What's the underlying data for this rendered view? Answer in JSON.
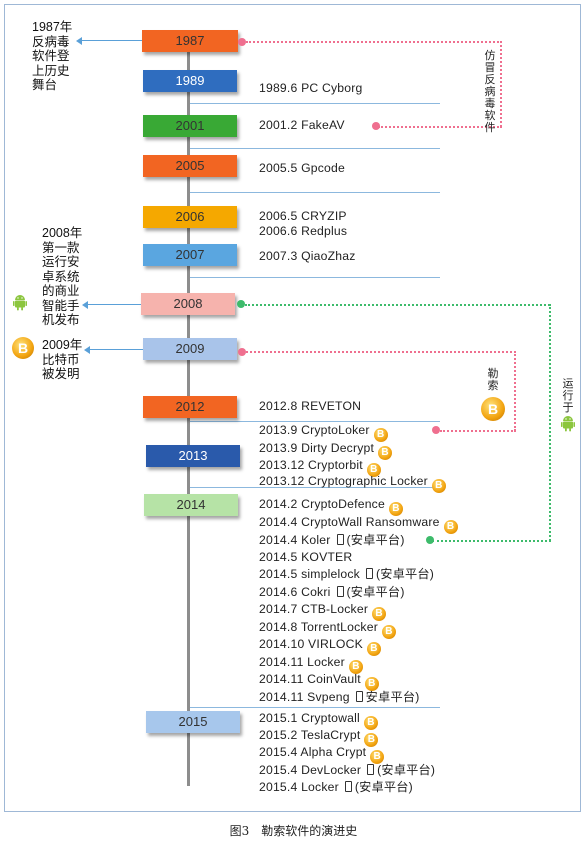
{
  "caption": "图3　勒索软件的演进史",
  "years": [
    {
      "label": "1987",
      "color": "#f26522"
    },
    {
      "label": "1989",
      "color": "#2f6dbf"
    },
    {
      "label": "2001",
      "color": "#39a935"
    },
    {
      "label": "2005",
      "color": "#f26522"
    },
    {
      "label": "2006",
      "color": "#f5a800"
    },
    {
      "label": "2007",
      "color": "#5aa6e0"
    },
    {
      "label": "2008",
      "color": "#f6b3ad"
    },
    {
      "label": "2009",
      "color": "#a9c4ea"
    },
    {
      "label": "2012",
      "color": "#f26522"
    },
    {
      "label": "2013",
      "color": "#2a5aab"
    },
    {
      "label": "2014",
      "color": "#b6e3a6"
    },
    {
      "label": "2015",
      "color": "#a7c7ec"
    }
  ],
  "events": [
    {
      "text": "1989.6 PC Cyborg"
    },
    {
      "text": "2001.2 FakeAV"
    },
    {
      "text": "2005.5 Gpcode"
    },
    {
      "text": "2006.5 CRYZIP"
    },
    {
      "text": "2006.6 Redplus"
    },
    {
      "text": "2007.3 QiaoZhaz"
    },
    {
      "text": "2012.8 REVETON"
    },
    {
      "text": "2013.9 CryptoLoker",
      "coin": true
    },
    {
      "text": "2013.9 Dirty Decrypt",
      "coin": true
    },
    {
      "text": "2013.12 Cryptorbit",
      "coin": true
    },
    {
      "text": "2013.12  Cryptographic Locker",
      "coin": true
    },
    {
      "text": "2014.2 CryptoDefence",
      "coin": true
    },
    {
      "text": "2014.4 CryptoWall Ransomware",
      "coin": true
    },
    {
      "text": "2014.4 Koler",
      "android_tag": "(安卓平台)"
    },
    {
      "text": "2014.5 KOVTER"
    },
    {
      "text": "2014.5 simplelock",
      "android_tag": "(安卓平台)"
    },
    {
      "text": "2014.6 Cokri",
      "android_tag": "(安卓平台)"
    },
    {
      "text": "2014.7 CTB-Locker",
      "coin": true
    },
    {
      "text": "2014.8 TorrentLocker",
      "coin": true
    },
    {
      "text": "2014.10 VIRLOCK",
      "coin": true
    },
    {
      "text": "2014.11 Locker",
      "coin": true
    },
    {
      "text": "2014.11 CoinVault",
      "coin": true
    },
    {
      "text": "2014.11 Svpeng",
      "android_tag": "安卓平台)"
    },
    {
      "text": "2015.1 Cryptowall",
      "coin": true
    },
    {
      "text": "2015.2 TeslaCrypt",
      "coin": true
    },
    {
      "text": "2015.4 Alpha Crypt",
      "coin": true
    },
    {
      "text": "2015.4 DevLocker",
      "android_tag": "(安卓平台)"
    },
    {
      "text": "2015.4 Locker",
      "android_tag": "(安卓平台)"
    }
  ],
  "notes": {
    "n1987": [
      "1987年",
      "反病毒",
      "软件登",
      "上历史",
      "舞台"
    ],
    "n2008": [
      "2008年",
      "第一款",
      "运行安",
      "卓系统",
      "的商业",
      "智能手",
      "机发布"
    ],
    "n2009": [
      "2009年",
      "比特币",
      "被发明"
    ]
  },
  "side_labels": {
    "red_top": "仿冒反病毒软件",
    "red_mid": "勒索",
    "green": "运行于"
  },
  "icons": {
    "coin_glyph": "B",
    "coin_icon": "bitcoin-icon",
    "android_icon": "android-icon",
    "phone_icon": "phone-icon"
  }
}
